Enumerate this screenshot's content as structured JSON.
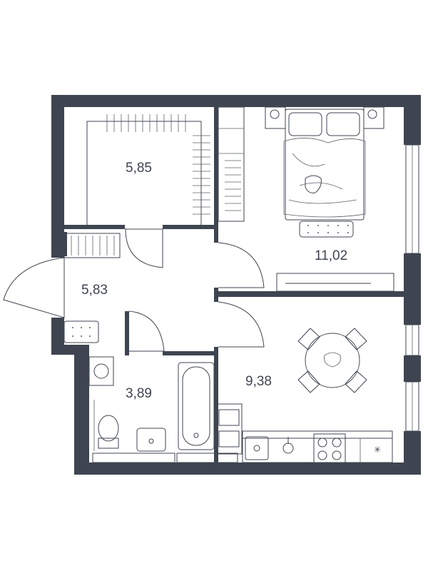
{
  "rooms": [
    {
      "name": "wardrobe-room",
      "area": "5,85"
    },
    {
      "name": "hallway",
      "area": "5,83"
    },
    {
      "name": "bathroom",
      "area": "3,89"
    },
    {
      "name": "bedroom",
      "area": "11,02"
    },
    {
      "name": "kitchen",
      "area": "9,38"
    }
  ],
  "colors": {
    "wall": "#3f4550",
    "background": "#ffffff"
  },
  "icons": [
    "bed-icon",
    "pillow-icon",
    "cat-icon",
    "rug-icon",
    "tv-stand-icon",
    "dining-table-icon",
    "chair-icon",
    "bathtub-icon",
    "toilet-icon",
    "washbasin-icon",
    "washing-machine-icon",
    "sink-icon",
    "stove-icon",
    "faucet-icon",
    "door-swing-icon",
    "wardrobe-rail-icon"
  ]
}
